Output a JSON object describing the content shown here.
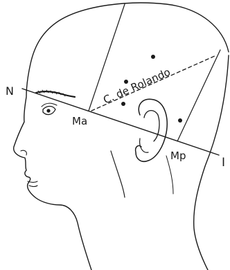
{
  "labels": {
    "nasion": "N",
    "inion": "I",
    "medio_anterior": "Ma",
    "medio_posterior": "Mp",
    "fissure": "C. de Rolando"
  },
  "colors": {
    "ink": "#1a1a1a",
    "background": "#ffffff"
  }
}
